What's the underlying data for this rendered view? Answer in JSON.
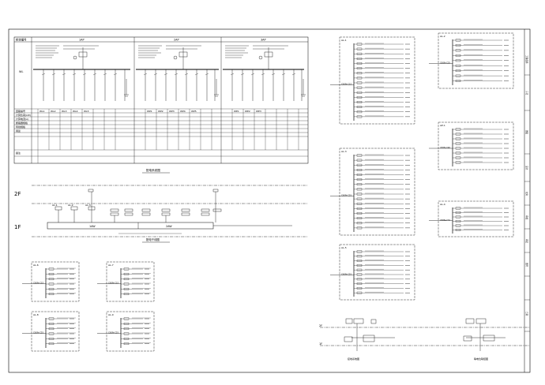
{
  "titles": {
    "system_diagram": "配电系统图",
    "riser_diagram": "配电干线图",
    "earthing_a": "接地系统图",
    "earthing_b": "等电位联结图"
  },
  "floors": {
    "f2": "2F",
    "f1": "1F",
    "bottom_2f": "2F",
    "bottom_1f": "1F"
  },
  "riser_boxes": {
    "left_row": [
      "AL-1",
      "AL-2",
      "AL-3"
    ],
    "lower": [
      "1AW",
      "2AW"
    ]
  },
  "cabinets": {
    "header_label": "柜体编号",
    "col1": "1AP",
    "col2": "2AP",
    "col3": "3AP",
    "row_labels": [
      "回路编号",
      "计算负荷(kW)",
      "计算电流(A)",
      "断路器规格",
      "导线规格",
      "用途",
      "备注"
    ],
    "circuits": [
      "WL1",
      "WL2",
      "WL3",
      "WL4",
      "WL5",
      "WP1",
      "WP2",
      "WP3",
      "WP4",
      "WP5",
      "WE1",
      "WE2",
      "WE3"
    ]
  },
  "sidebar": {
    "labels": [
      "工程名称",
      "子项",
      "图名",
      "设计",
      "校对",
      "审核",
      "审定",
      "图号",
      "日期"
    ]
  },
  "panels": [
    {
      "id": "AL-1",
      "breaker": "C65N-C32"
    },
    {
      "id": "AL-2",
      "breaker": "C65N-C25"
    },
    {
      "id": "AL-3",
      "breaker": "C65N-C25"
    },
    {
      "id": "AP-1",
      "breaker": "C65N-C40"
    },
    {
      "id": "AL-4",
      "breaker": "C65N-C32"
    },
    {
      "id": "AL-5",
      "breaker": "C65N-C25"
    },
    {
      "id": "AL-6",
      "breaker": "C65N-C32"
    },
    {
      "id": "AL-7",
      "breaker": "C65N-C32"
    },
    {
      "id": "AL-8",
      "breaker": "C65N-C25"
    },
    {
      "id": "AL-9",
      "breaker": "C65N-C25"
    }
  ]
}
